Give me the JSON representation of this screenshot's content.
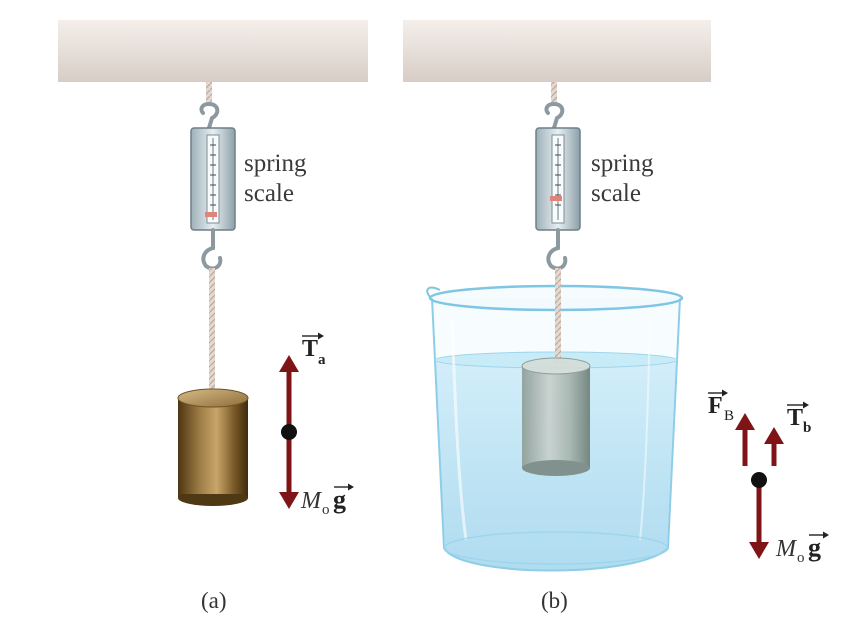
{
  "panel_a": {
    "scale_label_line1": "spring",
    "scale_label_line2": "scale",
    "tension_symbol": "T",
    "tension_subscript": "a",
    "weight_symbol_italic": "M",
    "weight_subscript": "o",
    "weight_vector": "g",
    "caption": "(a)"
  },
  "panel_b": {
    "scale_label_line1": "spring",
    "scale_label_line2": "scale",
    "buoyant_symbol": "F",
    "buoyant_subscript": "B",
    "tension_symbol": "T",
    "tension_subscript": "b",
    "weight_symbol_italic": "M",
    "weight_subscript": "o",
    "weight_vector": "g",
    "caption": "(b)"
  },
  "colors": {
    "ceiling": "#e2d9d3",
    "force_arrow": "#7f1416",
    "dot": "#111111",
    "water": "#9fd6ef",
    "cylinder_metal": "#8a6a36",
    "text": "#333333"
  }
}
